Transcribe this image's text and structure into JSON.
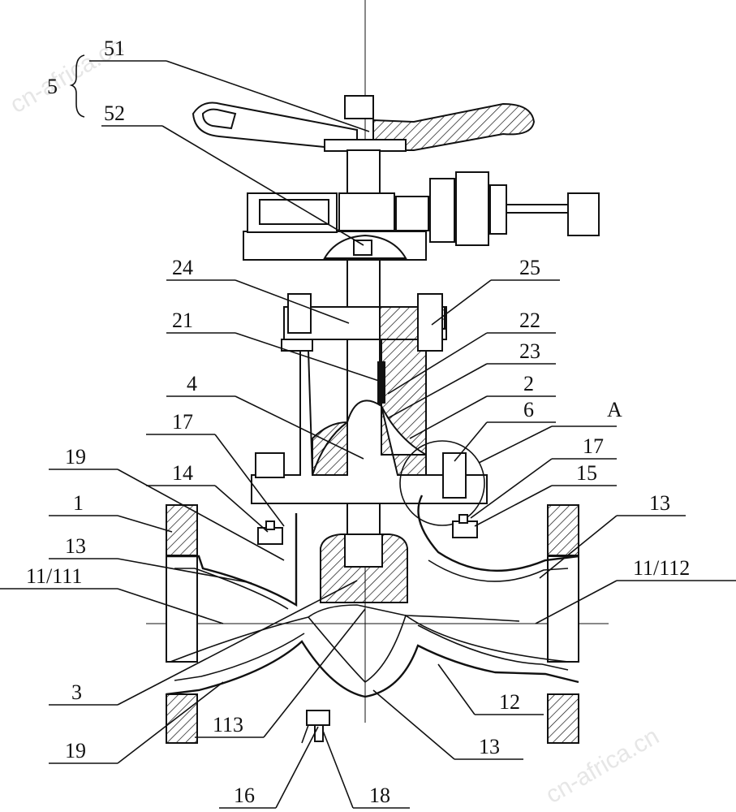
{
  "watermark": "cn-africa.cn",
  "labels": {
    "l51": "51",
    "l52": "52",
    "l5": "5",
    "l24": "24",
    "l25": "25",
    "l21": "21",
    "l22": "22",
    "l23": "23",
    "l4": "4",
    "l2": "2",
    "l6": "6",
    "lA": "A",
    "l17a": "17",
    "l17b": "17",
    "l19a": "19",
    "l14": "14",
    "l15": "15",
    "l1": "1",
    "l13a": "13",
    "l13b": "13",
    "l13c": "13",
    "l11_111": "11/111",
    "l11_112": "11/112",
    "l3": "3",
    "l113": "113",
    "l12": "12",
    "l19b": "19",
    "l16": "16",
    "l18": "18"
  }
}
